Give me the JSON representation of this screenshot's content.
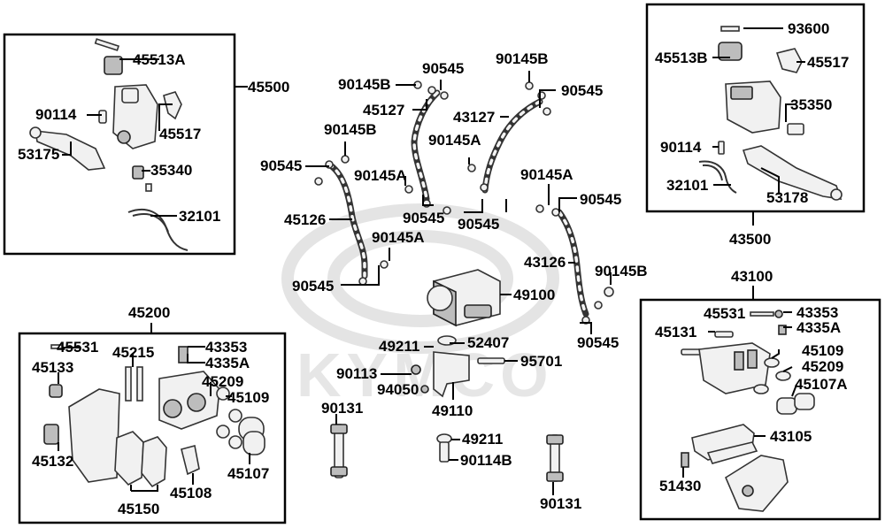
{
  "watermark": {
    "text": "KYMCO"
  },
  "labels": [
    {
      "text": "45513A"
    },
    {
      "text": "45500"
    },
    {
      "text": "90114"
    },
    {
      "text": "45517"
    },
    {
      "text": "53175"
    },
    {
      "text": "35340"
    },
    {
      "text": "32101"
    },
    {
      "text": "90545"
    },
    {
      "text": "90145B"
    },
    {
      "text": "45127"
    },
    {
      "text": "90145B"
    },
    {
      "text": "90545"
    },
    {
      "text": "90145A"
    },
    {
      "text": "90145A"
    },
    {
      "text": "90545"
    },
    {
      "text": "90545"
    },
    {
      "text": "45126"
    },
    {
      "text": "90145A"
    },
    {
      "text": "90545"
    },
    {
      "text": "90145B"
    },
    {
      "text": "90545"
    },
    {
      "text": "43127"
    },
    {
      "text": "90145A"
    },
    {
      "text": "90545"
    },
    {
      "text": "90545"
    },
    {
      "text": "43126"
    },
    {
      "text": "90145B"
    },
    {
      "text": "49100"
    },
    {
      "text": "90545"
    },
    {
      "text": "93600"
    },
    {
      "text": "45513B"
    },
    {
      "text": "45517"
    },
    {
      "text": "35350"
    },
    {
      "text": "90114"
    },
    {
      "text": "32101"
    },
    {
      "text": "53178"
    },
    {
      "text": "43500"
    },
    {
      "text": "45200"
    },
    {
      "text": "45531"
    },
    {
      "text": "45215"
    },
    {
      "text": "43353"
    },
    {
      "text": "45133"
    },
    {
      "text": "4335A"
    },
    {
      "text": "45209"
    },
    {
      "text": "45109"
    },
    {
      "text": "45132"
    },
    {
      "text": "45107"
    },
    {
      "text": "45108"
    },
    {
      "text": "45150"
    },
    {
      "text": "49211"
    },
    {
      "text": "52407"
    },
    {
      "text": "95701"
    },
    {
      "text": "90113"
    },
    {
      "text": "94050"
    },
    {
      "text": "49110"
    },
    {
      "text": "90131"
    },
    {
      "text": "49211"
    },
    {
      "text": "90114B"
    },
    {
      "text": "90131"
    },
    {
      "text": "43100"
    },
    {
      "text": "45531"
    },
    {
      "text": "43353"
    },
    {
      "text": "45131"
    },
    {
      "text": "4335A"
    },
    {
      "text": "45109"
    },
    {
      "text": "45209"
    },
    {
      "text": "45107A"
    },
    {
      "text": "43105"
    },
    {
      "text": "51430"
    }
  ]
}
